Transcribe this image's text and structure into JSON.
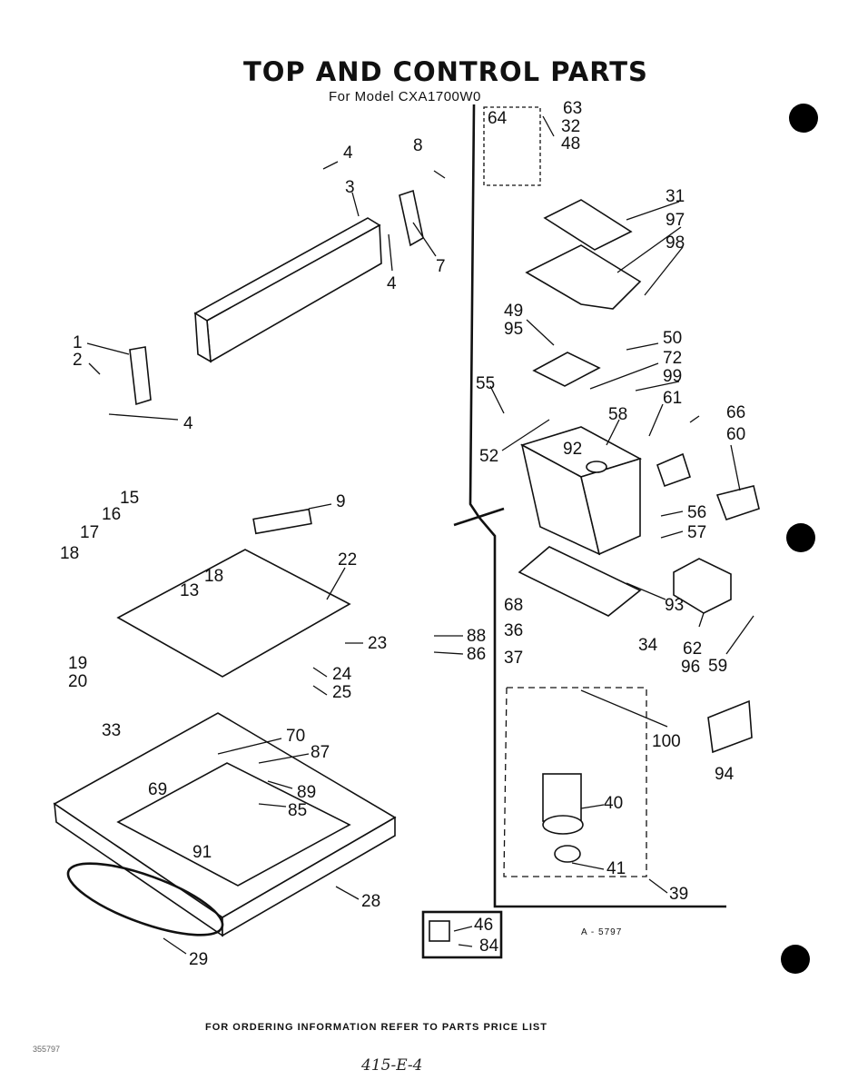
{
  "title": "TOP AND CONTROL PARTS",
  "subtitle": "For Model CXA1700W0",
  "footer": "FOR ORDERING INFORMATION REFER TO PARTS PRICE LIST",
  "diagram_code": "A - 5797",
  "corner_stamp": "355797",
  "handwritten_note": "415-E-4",
  "callouts": [
    {
      "id": "c-64",
      "label": "64"
    },
    {
      "id": "c-63",
      "label": "63"
    },
    {
      "id": "c-32",
      "label": "32"
    },
    {
      "id": "c-48",
      "label": "48"
    },
    {
      "id": "c-31",
      "label": "31"
    },
    {
      "id": "c-97",
      "label": "97"
    },
    {
      "id": "c-98",
      "label": "98"
    },
    {
      "id": "c-4a",
      "label": "4"
    },
    {
      "id": "c-8",
      "label": "8"
    },
    {
      "id": "c-3",
      "label": "3"
    },
    {
      "id": "c-7",
      "label": "7"
    },
    {
      "id": "c-4b",
      "label": "4"
    },
    {
      "id": "c-1",
      "label": "1"
    },
    {
      "id": "c-2",
      "label": "2"
    },
    {
      "id": "c-4c",
      "label": "4"
    },
    {
      "id": "c-49",
      "label": "49"
    },
    {
      "id": "c-95",
      "label": "95"
    },
    {
      "id": "c-50",
      "label": "50"
    },
    {
      "id": "c-72",
      "label": "72"
    },
    {
      "id": "c-99",
      "label": "99"
    },
    {
      "id": "c-55",
      "label": "55"
    },
    {
      "id": "c-61",
      "label": "61"
    },
    {
      "id": "c-66",
      "label": "66"
    },
    {
      "id": "c-58",
      "label": "58"
    },
    {
      "id": "c-60",
      "label": "60"
    },
    {
      "id": "c-52",
      "label": "52"
    },
    {
      "id": "c-92",
      "label": "92"
    },
    {
      "id": "c-56",
      "label": "56"
    },
    {
      "id": "c-57",
      "label": "57"
    },
    {
      "id": "c-15",
      "label": "15"
    },
    {
      "id": "c-9",
      "label": "9"
    },
    {
      "id": "c-16",
      "label": "16"
    },
    {
      "id": "c-17",
      "label": "17"
    },
    {
      "id": "c-18a",
      "label": "18"
    },
    {
      "id": "c-18b",
      "label": "18"
    },
    {
      "id": "c-13",
      "label": "13"
    },
    {
      "id": "c-22",
      "label": "22"
    },
    {
      "id": "c-68",
      "label": "68"
    },
    {
      "id": "c-93",
      "label": "93"
    },
    {
      "id": "c-36",
      "label": "36"
    },
    {
      "id": "c-62",
      "label": "62"
    },
    {
      "id": "c-59",
      "label": "59"
    },
    {
      "id": "c-88",
      "label": "88"
    },
    {
      "id": "c-86",
      "label": "86"
    },
    {
      "id": "c-23",
      "label": "23"
    },
    {
      "id": "c-19",
      "label": "19"
    },
    {
      "id": "c-20",
      "label": "20"
    },
    {
      "id": "c-24",
      "label": "24"
    },
    {
      "id": "c-25",
      "label": "25"
    },
    {
      "id": "c-37",
      "label": "37"
    },
    {
      "id": "c-34",
      "label": "34"
    },
    {
      "id": "c-96",
      "label": "96"
    },
    {
      "id": "c-100",
      "label": "100"
    },
    {
      "id": "c-94",
      "label": "94"
    },
    {
      "id": "c-33",
      "label": "33"
    },
    {
      "id": "c-70",
      "label": "70"
    },
    {
      "id": "c-87",
      "label": "87"
    },
    {
      "id": "c-69",
      "label": "69"
    },
    {
      "id": "c-89",
      "label": "89"
    },
    {
      "id": "c-85",
      "label": "85"
    },
    {
      "id": "c-91",
      "label": "91"
    },
    {
      "id": "c-40",
      "label": "40"
    },
    {
      "id": "c-41",
      "label": "41"
    },
    {
      "id": "c-39",
      "label": "39"
    },
    {
      "id": "c-28",
      "label": "28"
    },
    {
      "id": "c-29",
      "label": "29"
    },
    {
      "id": "c-46",
      "label": "46"
    },
    {
      "id": "c-84",
      "label": "84"
    }
  ]
}
